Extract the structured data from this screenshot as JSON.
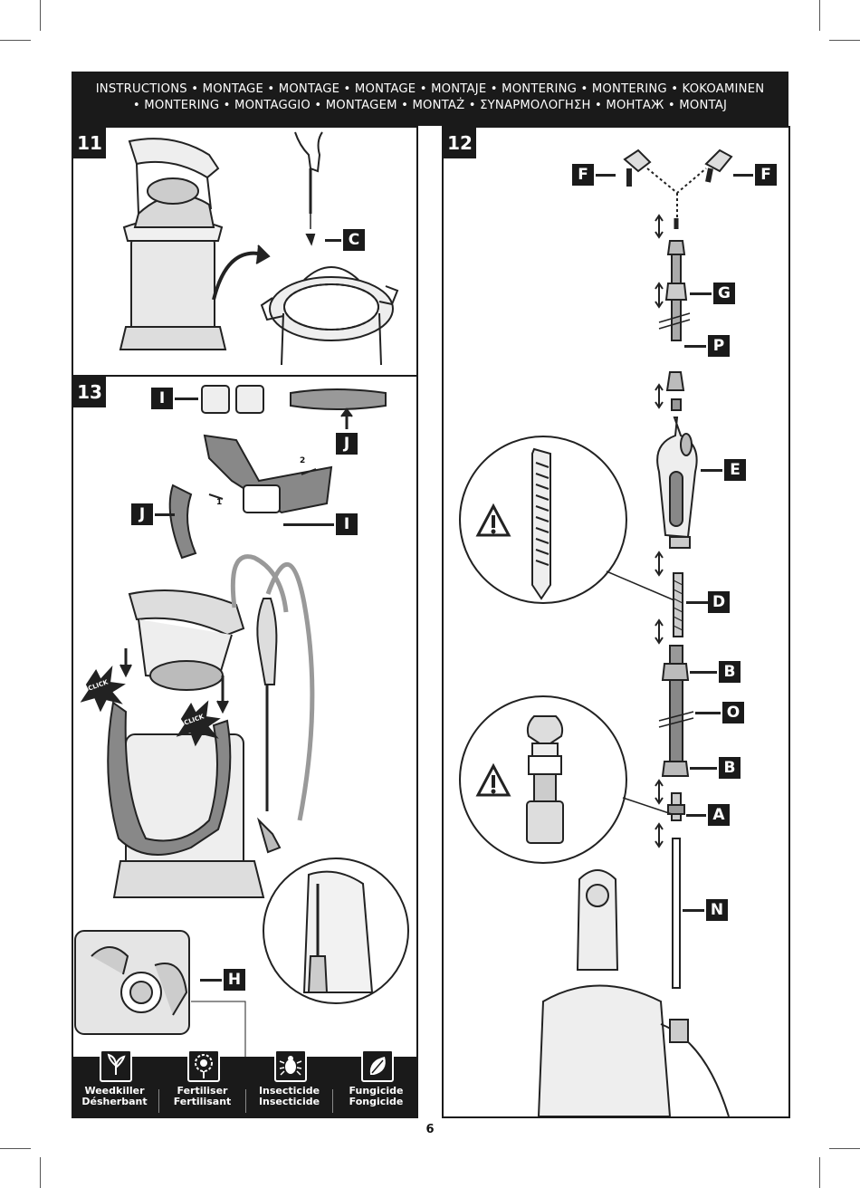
{
  "header": {
    "line1": "INSTRUCTIONS • MONTAGE • MONTAGE • MONTAGE • MONTAJE • MONTERING • MONTERING • KOKOAMINEN",
    "line2": "• MONTERING • MONTAGGIO • MONTAGEM • MONTAŻ • ΣΥΝΑΡΜΟΛΟΓΗΣΗ • МОНТАЖ • MONTAJ"
  },
  "steps": {
    "step11": "11",
    "step12": "12",
    "step13": "13"
  },
  "labels": {
    "c": "C",
    "f_left": "F",
    "f_right": "F",
    "g": "G",
    "p": "P",
    "e": "E",
    "d": "D",
    "b_top": "B",
    "o": "O",
    "b_bottom": "B",
    "a": "A",
    "n": "N",
    "i_top": "I",
    "j_top": "J",
    "j_side": "J",
    "i_side": "I",
    "h": "H",
    "strap_num1": "1",
    "strap_num2": "2",
    "click1": "CLICK",
    "click2": "CLICK"
  },
  "usage_icons": [
    {
      "icon": "weedkiller-icon",
      "line1": "Weedkiller",
      "line2": "Désherbant"
    },
    {
      "icon": "sunflower-icon",
      "line1": "Fertiliser",
      "line2": "Fertilisant"
    },
    {
      "icon": "beetle-icon",
      "line1": "Insecticide",
      "line2": "Insecticide"
    },
    {
      "icon": "leaf-icon",
      "line1": "Fungicide",
      "line2": "Fongicide"
    }
  ],
  "page_number": "6"
}
